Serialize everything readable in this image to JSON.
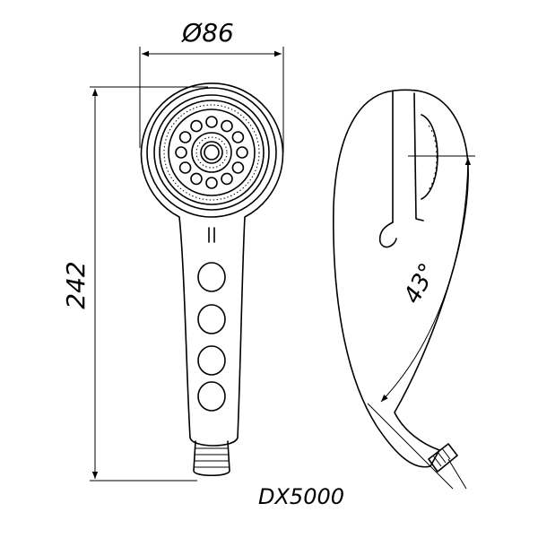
{
  "drawing": {
    "diameter_label": "Ø86",
    "length_label": "242",
    "angle_label": "43°",
    "model": "DX5000"
  },
  "colors": {
    "stroke": "#000000",
    "background": "#ffffff"
  }
}
